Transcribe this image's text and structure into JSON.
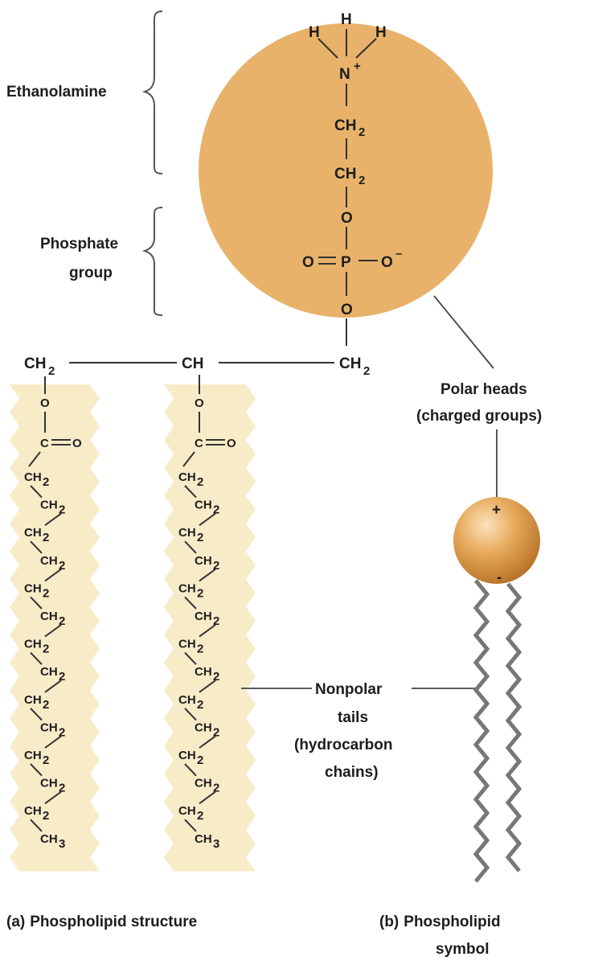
{
  "colors": {
    "head_fill": "#e8b26a",
    "tail_band": "#f8ebc8",
    "tail_stroke": "#777777",
    "text": "#1d1d1d"
  },
  "labels": {
    "ethanolamine": "Ethanolamine",
    "phosphate_line1": "Phosphate",
    "phosphate_line2": "group",
    "polar_line1": "Polar heads",
    "polar_line2": "(charged groups)",
    "nonpolar_line1": "Nonpolar",
    "nonpolar_line2": "tails",
    "nonpolar_line3": "(hydrocarbon",
    "nonpolar_line4": "chains)"
  },
  "head_atoms": {
    "h_left": "H",
    "h_mid": "H",
    "h_right": "H",
    "nitrogen": "N",
    "n_charge": "+",
    "ch2_a": "CH",
    "ch2_b": "CH",
    "sub2": "2",
    "oxygen_top": "O",
    "phosphorus": "P",
    "o_left": "O",
    "o_right": "O",
    "o_charge": "–",
    "oxygen_bottom": "O"
  },
  "backbone": {
    "left": "CH",
    "middle": "CH",
    "right": "CH",
    "sub": "2"
  },
  "ester": {
    "o": "O",
    "c": "C",
    "o_double": "O"
  },
  "chain_units": {
    "ch2": "CH",
    "ch3": "CH",
    "sub2": "2",
    "sub3": "3",
    "count_ch2": 13
  },
  "symbol": {
    "plus": "+",
    "minus": "-"
  },
  "captions": {
    "a_tag": "(a)",
    "a_text": "Phospholipid  structure",
    "b_tag": "(b)",
    "b_line1": "Phospholipid",
    "b_line2": "symbol"
  }
}
